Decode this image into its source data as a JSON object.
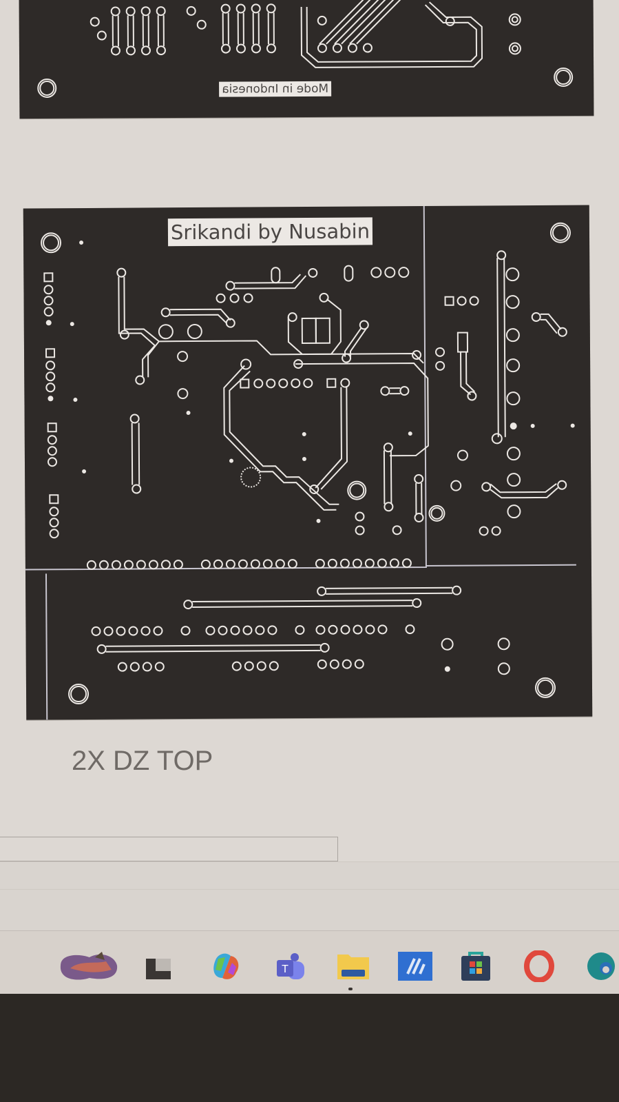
{
  "document": {
    "boards": [
      {
        "id": "bottom-layer-partial",
        "silkscreen_label": "Mode in Indonesia",
        "label_mirrored": true
      },
      {
        "id": "top-layer",
        "silkscreen_label": "Srikandi by Nusabin",
        "label_mirrored": false
      }
    ],
    "caption": "2X DZ TOP"
  },
  "taskbar": {
    "icons": [
      {
        "name": "photos-app",
        "color": "#7a5a8a"
      },
      {
        "name": "terminal-app",
        "color": "#3a3634"
      },
      {
        "name": "copilot-app",
        "color": "#e0623a"
      },
      {
        "name": "teams-app",
        "color": "#5b5fc7"
      },
      {
        "name": "file-explorer-app",
        "color": "#f2c94c",
        "active": true
      },
      {
        "name": "blue-m-app",
        "color": "#2f6fd1"
      },
      {
        "name": "microsoft-store-app",
        "color": "#2e3e5a"
      },
      {
        "name": "opera-browser",
        "color": "#e0483c"
      },
      {
        "name": "edge-browser",
        "color": "#1f8a8a"
      }
    ]
  },
  "colors": {
    "pcb_background": "#2e2a28",
    "pcb_trace": "#ece8e4",
    "page_background": "#ddd8d3"
  }
}
